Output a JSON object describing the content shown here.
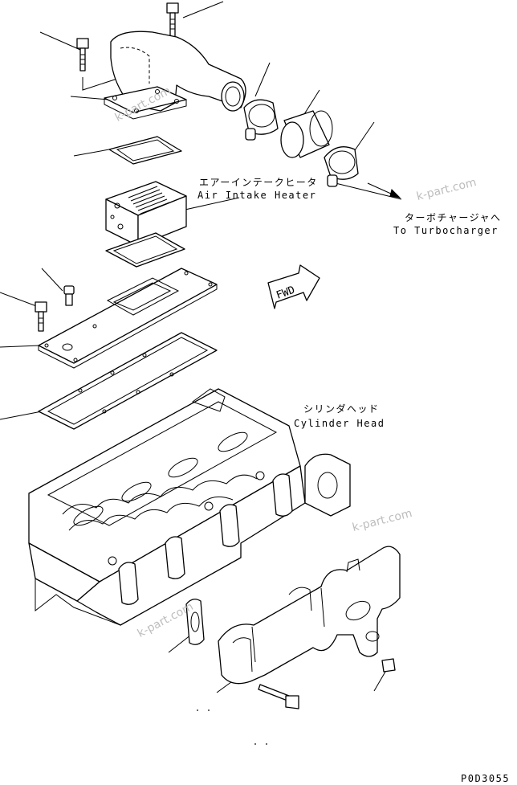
{
  "labels": {
    "air_intake_heater_jp": "エアーインテークヒータ",
    "air_intake_heater_en": "Air Intake Heater",
    "turbocharger_jp": "ターボチャージャへ",
    "turbocharger_en": "To Turbocharger",
    "cylinder_head_jp": "シリンダヘッド",
    "cylinder_head_en": "Cylinder Head",
    "fwd": "FWD",
    "drawing_code": "P0D3055"
  },
  "watermarks": [
    "k-part.com",
    "k-part.com",
    "k-part.com",
    "k-part.com"
  ],
  "icons": [
    "fwd-arrow-icon"
  ]
}
